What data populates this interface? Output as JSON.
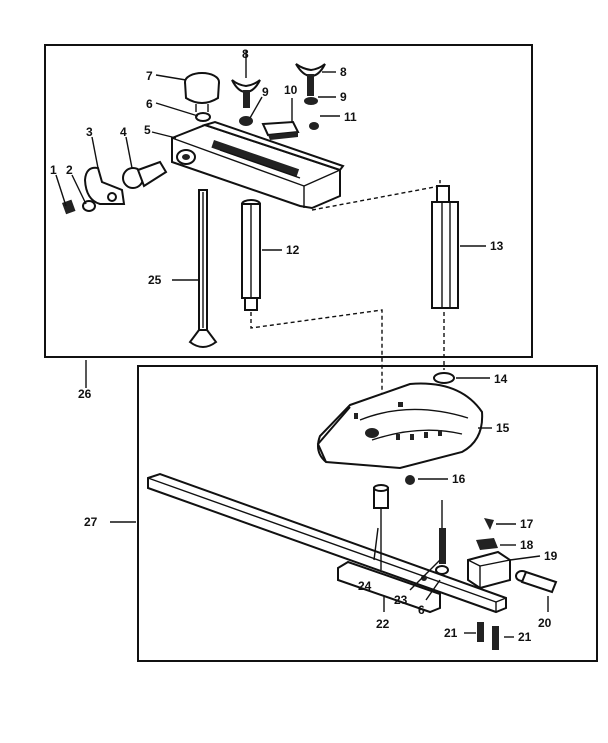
{
  "labels": {
    "p1": "1",
    "p2": "2",
    "p3": "3",
    "p4": "4",
    "p5": "5",
    "p6a": "6",
    "p6b": "6",
    "p7": "7",
    "p8a": "8",
    "p8b": "8",
    "p9a": "9",
    "p9b": "9",
    "p10": "10",
    "p11": "11",
    "p12": "12",
    "p13": "13",
    "p14": "14",
    "p15": "15",
    "p16": "16",
    "p17": "17",
    "p18": "18",
    "p19": "19",
    "p20": "20",
    "p21a": "21",
    "p21b": "21",
    "p22": "22",
    "p23": "23",
    "p24": "24",
    "p25": "25",
    "p26": "26",
    "p27": "27"
  }
}
